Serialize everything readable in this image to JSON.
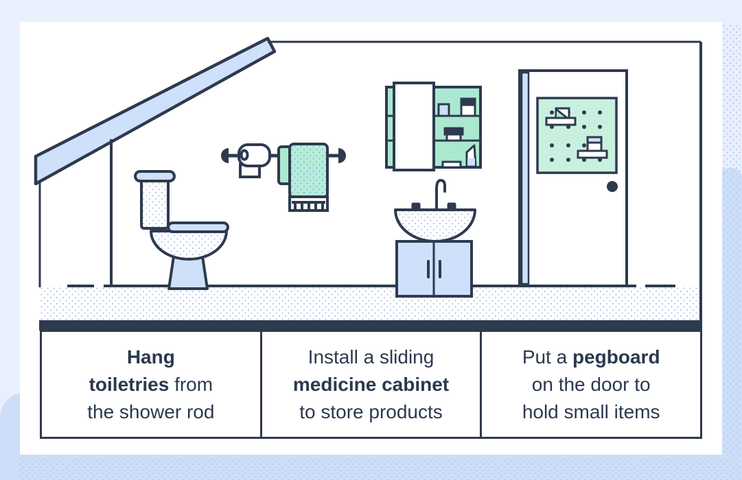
{
  "colors": {
    "outline_navy": "#2e3a4e",
    "text_navy": "#2b394e",
    "light_blue": "#cfe0fb",
    "mint": "#abe8d0",
    "pegboard_mint": "#c9f0df",
    "towel_mint": "#b7edd8",
    "card_white": "#ffffff",
    "background_light": "#e9effd",
    "background_medium": "#cddef8",
    "texture_dot_blue": "#a9c7ef"
  },
  "scene": {
    "objects": [
      "roof-beam",
      "toilet",
      "shower-rod",
      "toilet-paper-roll",
      "towel",
      "medicine-cabinet",
      "sliding-mirror-door",
      "sink",
      "faucet",
      "vanity-cabinet",
      "bathroom-door",
      "pegboard",
      "door-knob"
    ]
  },
  "captions": [
    {
      "lines": [
        {
          "segments": [
            {
              "text": "Hang",
              "bold": true
            }
          ]
        },
        {
          "segments": [
            {
              "text": "toiletries",
              "bold": true
            },
            {
              "text": " from",
              "bold": false
            }
          ]
        },
        {
          "segments": [
            {
              "text": "the shower rod",
              "bold": false
            }
          ]
        }
      ]
    },
    {
      "lines": [
        {
          "segments": [
            {
              "text": "Install a sliding",
              "bold": false
            }
          ]
        },
        {
          "segments": [
            {
              "text": "medicine cabinet",
              "bold": true
            }
          ]
        },
        {
          "segments": [
            {
              "text": "to store products",
              "bold": false
            }
          ]
        }
      ]
    },
    {
      "lines": [
        {
          "segments": [
            {
              "text": "Put a ",
              "bold": false
            },
            {
              "text": "pegboard",
              "bold": true
            }
          ]
        },
        {
          "segments": [
            {
              "text": "on the door to",
              "bold": false
            }
          ]
        },
        {
          "segments": [
            {
              "text": "hold small items",
              "bold": false
            }
          ]
        }
      ]
    }
  ]
}
